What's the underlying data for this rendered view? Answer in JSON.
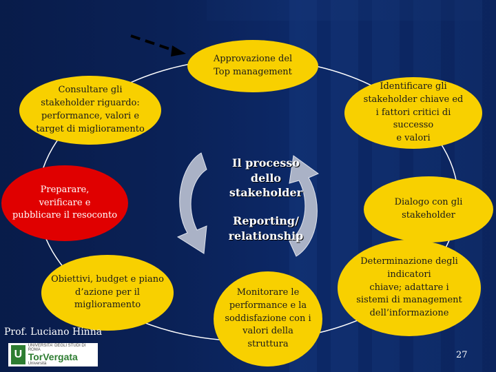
{
  "nodes": {
    "approvazione": "Approvazione del\nTop management",
    "identificare": "Identificare gli\nstakeholder chiave ed\ni fattori critici di\nsuccesso\ne valori",
    "consultare": "Consultare gli\nstakeholder riguardo:\nperformance, valori e\ntarget di miglioramento",
    "preparare": "Preparare,\nverificare e\npubblicare il resoconto",
    "dialogo": "Dialogo con gli\nstakeholder",
    "obiettivi": "Obiettivi, budget e piano\nd’azione per il\nmiglioramento",
    "monitorare": "Monitorare le\nperformance e la\nsoddisfazione con i\nvalori della\nstruttura",
    "determinazione": "Determinazione degli\nindicatori\nchiave; adattare i\nsistemi di management\ndell’informazione"
  },
  "center": {
    "title": "Il processo\ndello\nstakeholder",
    "subtitle": "Reporting/\nrelationship"
  },
  "footer": {
    "author": "Prof. Luciano Hinna",
    "page_number": "27"
  },
  "logo": {
    "university": "UNIVERSITA' DEGLI STUDI DI ROMA",
    "name": "TorVergata",
    "sub": "Università"
  },
  "colors": {
    "node_yellow": "#f8d000",
    "node_red": "#e00000",
    "background": "#0d2a6b"
  }
}
